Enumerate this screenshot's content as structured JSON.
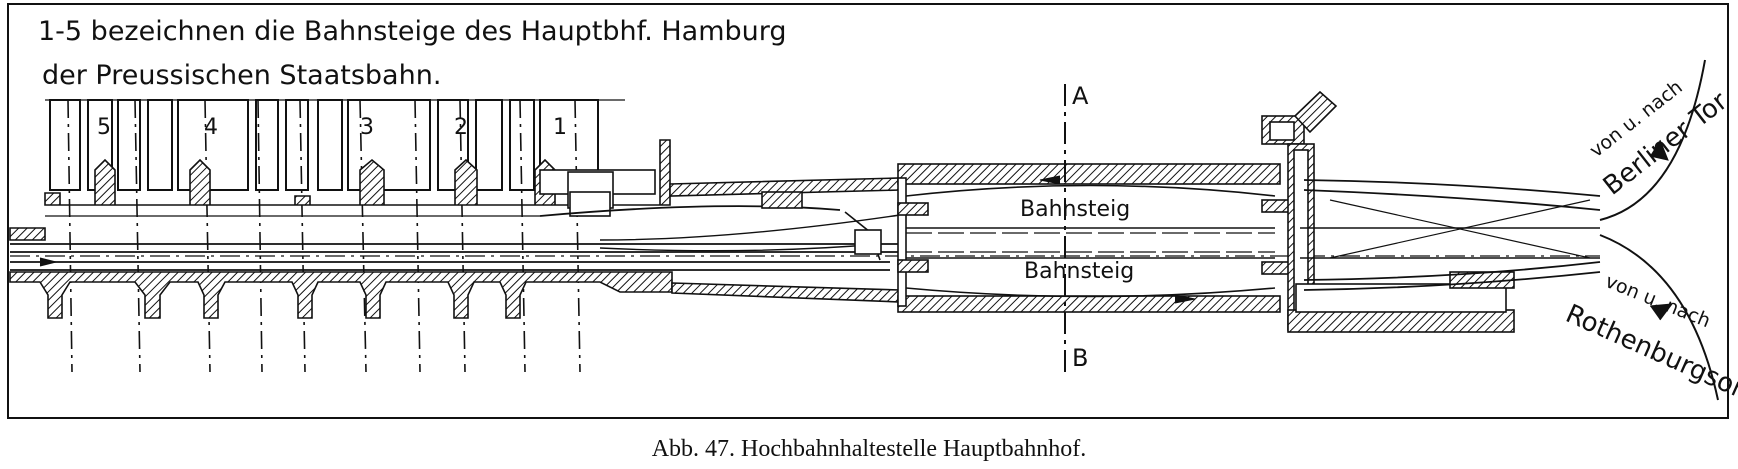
{
  "note": {
    "line1": "1-5 bezeichnen die Bahnsteige des Hauptbhf. Hamburg",
    "line2": "der Preussischen Staatsbahn."
  },
  "platforms": [
    "5",
    "4",
    "3",
    "2",
    "1"
  ],
  "section_marks": {
    "top": "A",
    "bottom": "B"
  },
  "station": {
    "platform_upper": "Bahnsteig",
    "platform_lower": "Bahnsteig"
  },
  "directions": {
    "upper_prefix": "von u. nach",
    "upper_dest": "Berliner Tor",
    "lower_prefix": "von u. nach",
    "lower_dest": "Rothenburgsort"
  },
  "caption": "Abb. 47. Hochbahnhaltestelle Hauptbahnhof."
}
